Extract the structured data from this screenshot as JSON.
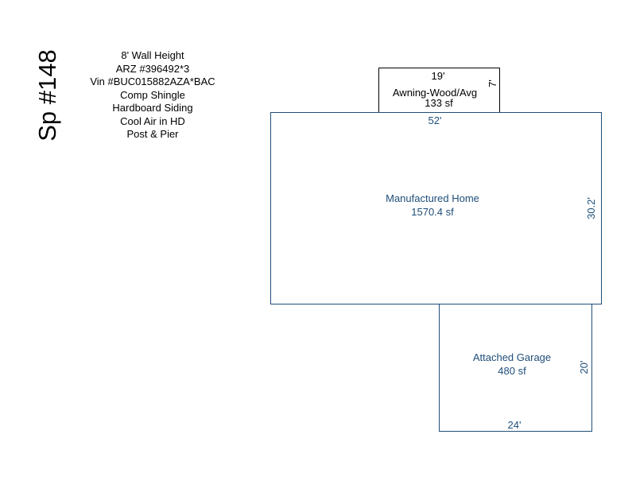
{
  "title": "Sp #148",
  "notes": [
    "8' Wall Height",
    "ARZ #396492*3",
    "Vin #BUC015882AZA*BAC",
    "Comp Shingle",
    "Hardboard Siding",
    "Cool Air in HD",
    "Post & Pier"
  ],
  "awning": {
    "name": "Awning-Wood/Avg",
    "area": "133 sf",
    "width_dim": "19'",
    "depth_dim": "7'"
  },
  "home": {
    "name": "Manufactured Home",
    "area": "1570.4 sf",
    "width_dim": "52'",
    "depth_dim": "30.2'"
  },
  "garage": {
    "name": "Attached Garage",
    "area": "480 sf",
    "width_dim": "24'",
    "depth_dim": "20'"
  },
  "colors": {
    "outline_primary": "#1f4e79",
    "outline_secondary": "#000000",
    "text_primary": "#1f4e79"
  }
}
